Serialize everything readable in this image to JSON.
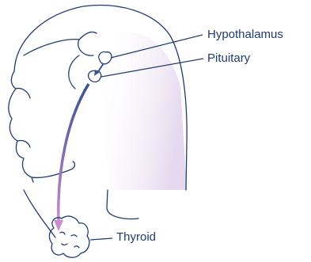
{
  "labels": {
    "hypothalamus": "Hypothalamus",
    "pituitary": "Pituitary",
    "thyroid": "Thyroid"
  },
  "colors": {
    "line": "#1f3a7a",
    "arrow_top": "#3a4f9a",
    "arrow_bottom": "#c98cd0",
    "shade": "#e6d9ee",
    "background": "#ffffff"
  }
}
